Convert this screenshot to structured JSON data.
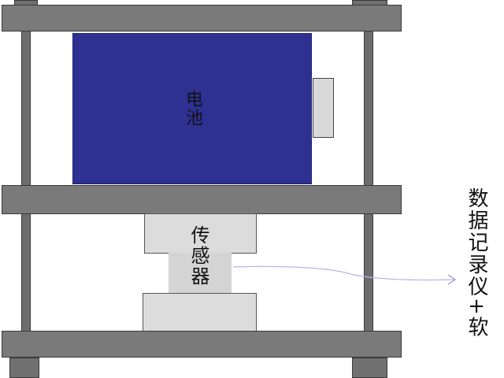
{
  "labels": {
    "battery": "电池",
    "sensor": "传感器",
    "recorder": "数据记录仪+软"
  },
  "colors": {
    "battery_fill": "#2e3192",
    "frame_gray": "#7a7a7a",
    "block_gray": "#dcdcdc",
    "arrow": "#b9b3e6"
  }
}
